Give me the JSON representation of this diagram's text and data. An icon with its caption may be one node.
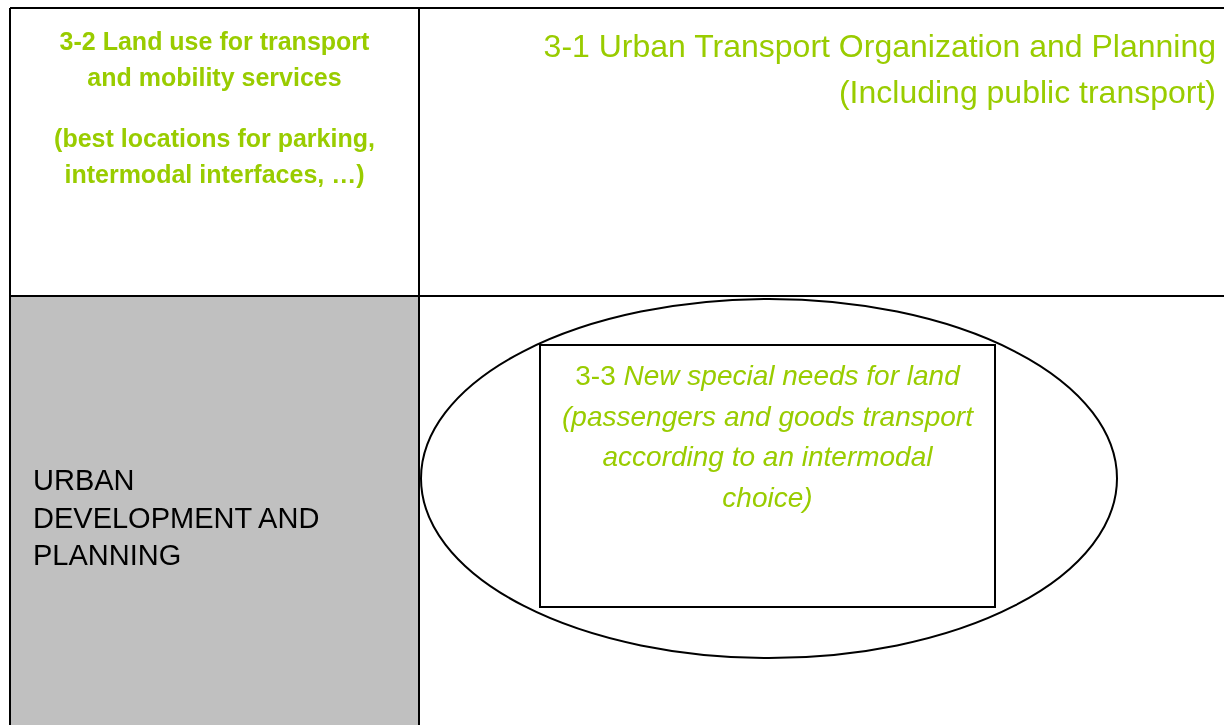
{
  "diagram": {
    "nodes": [
      {
        "text": [
          "3-2 Land use for transport and mobility services",
          "(best locations for parking, intermodal interfaces, …)"
        ]
      },
      {
        "text": [
          "3-1 Urban Transport Organization and Planning",
          "(Including public transport)"
        ]
      },
      {
        "text": [
          "URBAN DEVELOPMENT AND PLANNING"
        ]
      },
      {
        "text": [],
        "shape": "ellipse"
      },
      {
        "text": [
          "3-3 *New special needs for land (passengers and goods transport according to an intermodal choice)*"
        ],
        "in": 3
      }
    ],
    "edges": []
  }
}
